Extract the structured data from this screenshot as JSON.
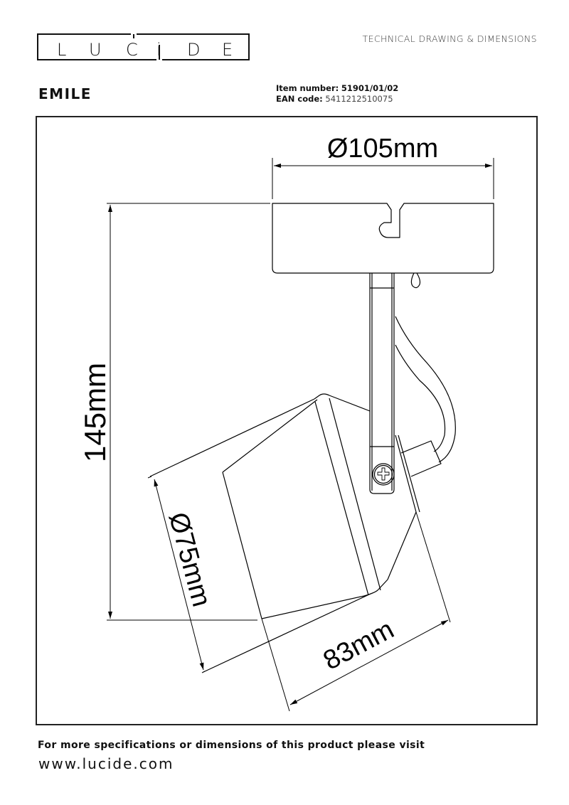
{
  "header": {
    "brand_letters": [
      "L",
      "U",
      "C",
      "i",
      "D",
      "E"
    ],
    "document_type": "TECHNICAL DRAWING & DIMENSIONS",
    "product_name": "EMILE",
    "item_number_label": "Item number:",
    "item_number": "51901/01/02",
    "ean_label": "EAN code:",
    "ean_code": "5411212510075"
  },
  "drawing": {
    "dimensions": {
      "base_diameter": "Ø105mm",
      "total_height": "145mm",
      "head_diameter": "Ø75mm",
      "head_length": "83mm"
    },
    "line_color": "#000000",
    "frame_color": "#222222"
  },
  "footer": {
    "note": "For more specifications or dimensions of this product please visit",
    "url": "www.lucide.com"
  }
}
